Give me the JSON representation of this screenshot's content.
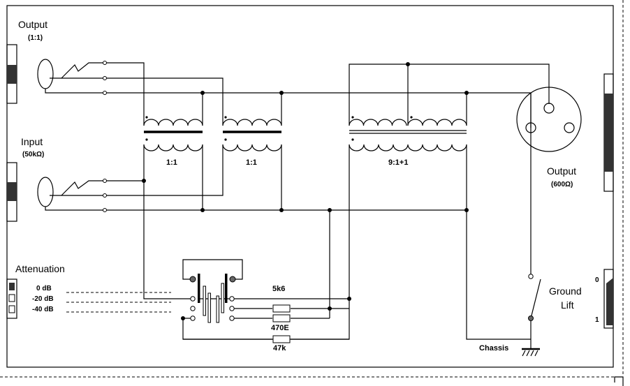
{
  "labels": {
    "output_1_title": "Output",
    "output_1_sub": "(1:1)",
    "input_title": "Input",
    "input_sub": "(50kΩ)",
    "attenuation_title": "Attenuation",
    "atten_0": "0 dB",
    "atten_20": "-20 dB",
    "atten_40": "-40 dB",
    "xfmr_1": "1:1",
    "xfmr_2": "1:1",
    "xfmr_3": "9:1+1",
    "res_5k6": "5k6",
    "res_470e": "470E",
    "res_47k": "47k",
    "output_2_title": "Output",
    "output_2_sub": "(600Ω)",
    "ground_lift_1": "Ground",
    "ground_lift_2": "Lift",
    "switch_0": "0",
    "switch_1": "1",
    "chassis": "Chassis"
  },
  "colors": {
    "wire": "#000000",
    "panel_dark": "#333333",
    "terminal_gray": "#666666",
    "background": "#ffffff"
  }
}
